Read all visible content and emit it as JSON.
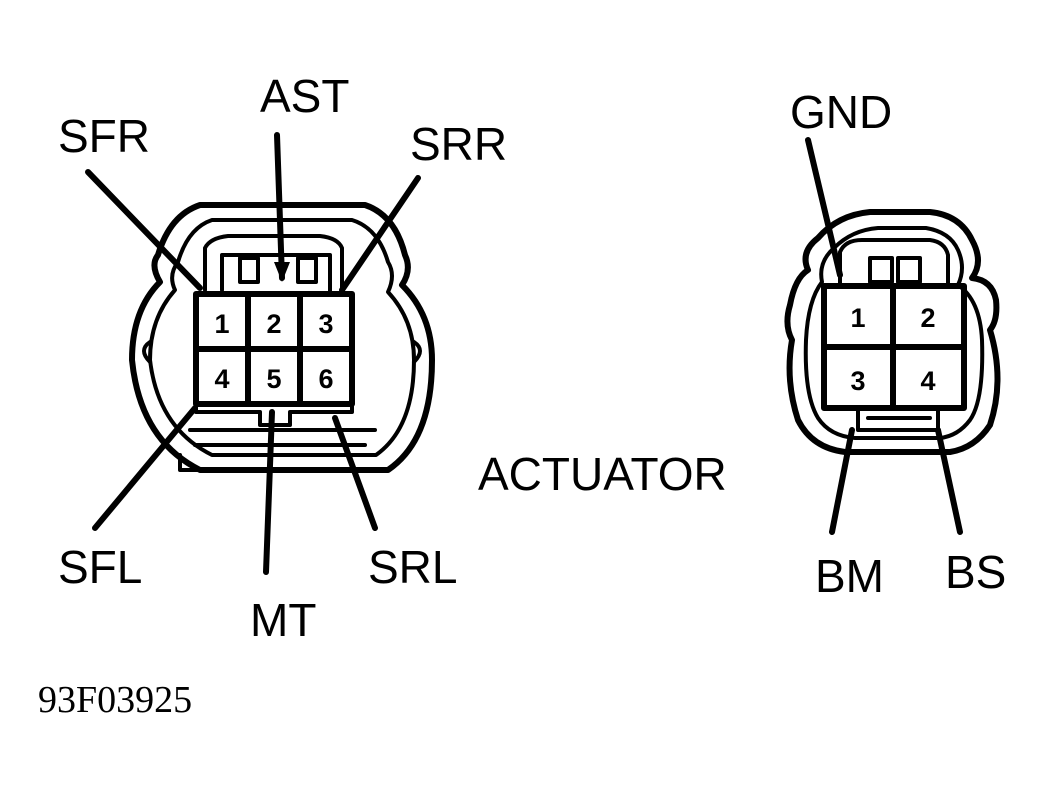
{
  "connector_left": {
    "pins": [
      "1",
      "2",
      "3",
      "4",
      "5",
      "6"
    ],
    "labels": {
      "sfr": "SFR",
      "ast": "AST",
      "srr": "SRR",
      "sfl": "SFL",
      "mt": "MT",
      "srl": "SRL"
    }
  },
  "caption": "ACTUATOR",
  "connector_right": {
    "pins": [
      "1",
      "2",
      "3",
      "4"
    ],
    "labels": {
      "gnd": "GND",
      "bm": "BM",
      "bs": "BS"
    }
  },
  "figure_code": "93F03925"
}
